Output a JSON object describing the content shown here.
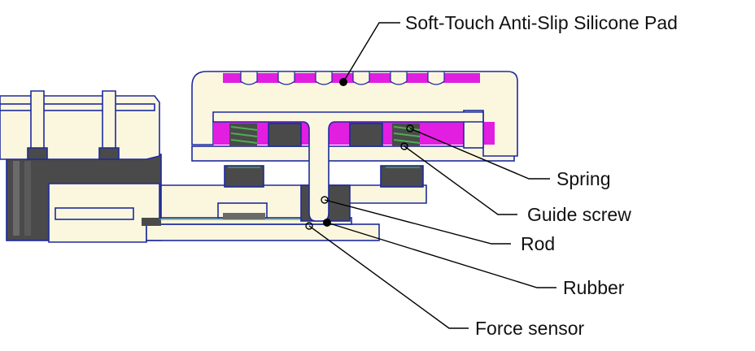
{
  "colors": {
    "housing": "#fbf7df",
    "outline": "#1d2a9e",
    "pad": "#e21ee0",
    "dark_part": "#4a4a4a",
    "spring": "#4caf50",
    "leader": "#000000"
  },
  "labels": {
    "pad": "Soft-Touch Anti-Slip Silicone Pad",
    "spring": "Spring",
    "guide_screw": "Guide screw",
    "rod": "Rod",
    "rubber": "Rubber",
    "force_sensor": "Force sensor"
  }
}
